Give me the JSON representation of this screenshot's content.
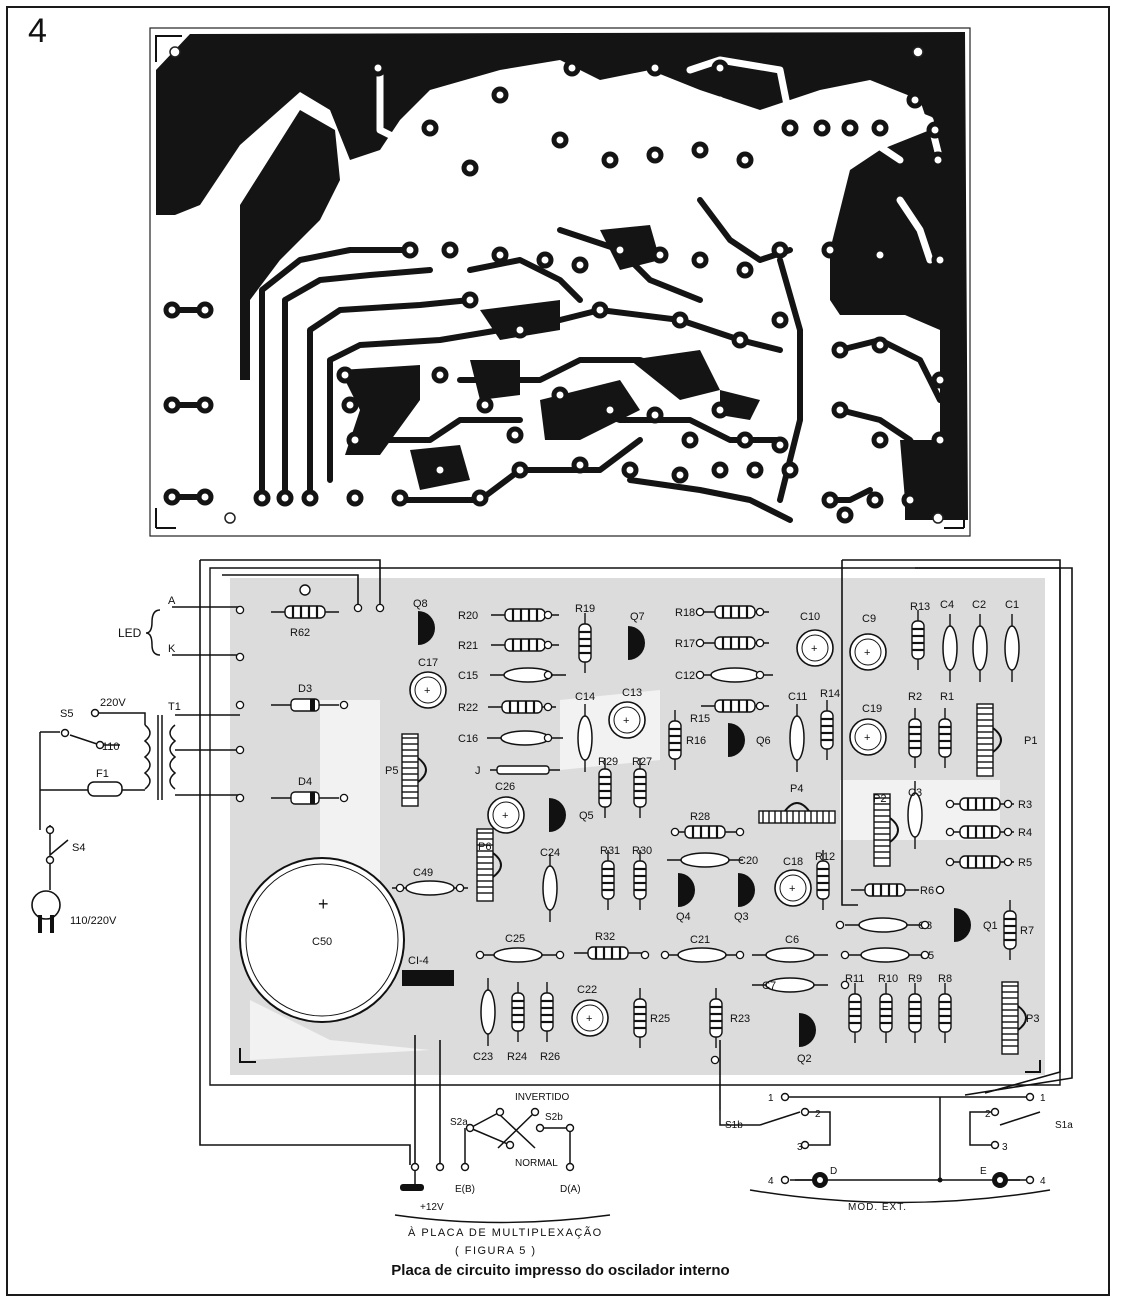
{
  "figure_number": "4",
  "caption": "Placa de circuito impresso do oscilador interno",
  "led": {
    "label": "LED",
    "a": "A",
    "k": "K"
  },
  "power": {
    "s5": "S5",
    "v220": "220V",
    "v110": "110",
    "t1": "T1",
    "f1": "F1",
    "s4": "S4",
    "mains": "110/220V"
  },
  "components": {
    "resistors": [
      "R62",
      "R20",
      "R21",
      "R22",
      "R19",
      "R18",
      "R17",
      "R15",
      "R16",
      "R14",
      "R13",
      "R2",
      "R1",
      "R29",
      "R27",
      "R28",
      "R31",
      "R30",
      "R12",
      "R3",
      "R4",
      "R5",
      "R6",
      "R7",
      "R32",
      "R24",
      "R26",
      "R25",
      "R23",
      "R11",
      "R10",
      "R9",
      "R8"
    ],
    "capacitors": [
      "C17",
      "C15",
      "C16",
      "C14",
      "C13",
      "C12",
      "C10",
      "C9",
      "C4",
      "C2",
      "C1",
      "C11",
      "C19",
      "C26",
      "C24",
      "C20",
      "C18",
      "C3",
      "C8",
      "C5",
      "C6",
      "C7",
      "C21",
      "C25",
      "C49",
      "C50",
      "C22",
      "C23"
    ],
    "transistors": [
      "Q8",
      "Q7",
      "Q6",
      "Q5",
      "Q4",
      "Q3",
      "Q1",
      "Q2"
    ],
    "diodes": [
      "D3",
      "D4"
    ],
    "pots": [
      "P5",
      "P6",
      "P4",
      "P2",
      "P1",
      "P3"
    ],
    "jumper": "J",
    "ic": "CI-4"
  },
  "switches": {
    "invertido": "INVERTIDO",
    "normal": "NORMAL",
    "s2a": "S2a",
    "s2b": "S2b",
    "s1a": "S1a",
    "s1b": "S1b",
    "mod_ext": "MOD. EXT.",
    "pin1": "1",
    "pin2": "2",
    "pin3": "3",
    "pin4": "4",
    "d": "D",
    "e": "E"
  },
  "connector": {
    "eb": "E(B)",
    "da": "D(A)",
    "v12": "+12V",
    "to_board": "À PLACA DE MULTIPLEXAÇÃO",
    "figure_ref": "( FIGURA 5 )"
  },
  "colors": {
    "ink": "#141414",
    "copper_shade": "#d6d6d6",
    "paper": "#ffffff"
  }
}
